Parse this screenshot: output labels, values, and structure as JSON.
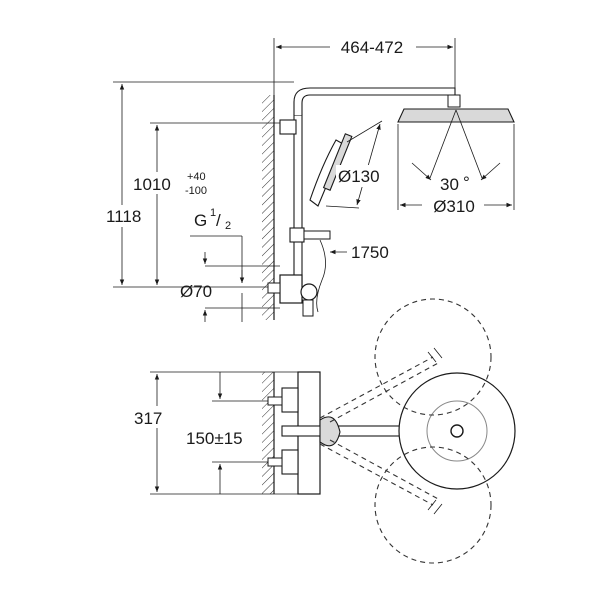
{
  "dimensions": {
    "arm_length": "464-472",
    "total_height": "1118",
    "adjust_height": "1010",
    "adjust_plus": "+40",
    "adjust_minus": "-100",
    "thread_g": "G",
    "thread_num": "1",
    "thread_den": "2",
    "outlet_dia": "Ø70",
    "hand_shower_dia": "Ø130",
    "hose_length": "1750",
    "swivel_angle": "30",
    "swivel_unit": "°",
    "head_shower_dia": "Ø310",
    "mixer_width": "317",
    "center_distance": "150±15"
  },
  "colors": {
    "line": "#1a1a1a",
    "fill": "#d9d9d9"
  }
}
